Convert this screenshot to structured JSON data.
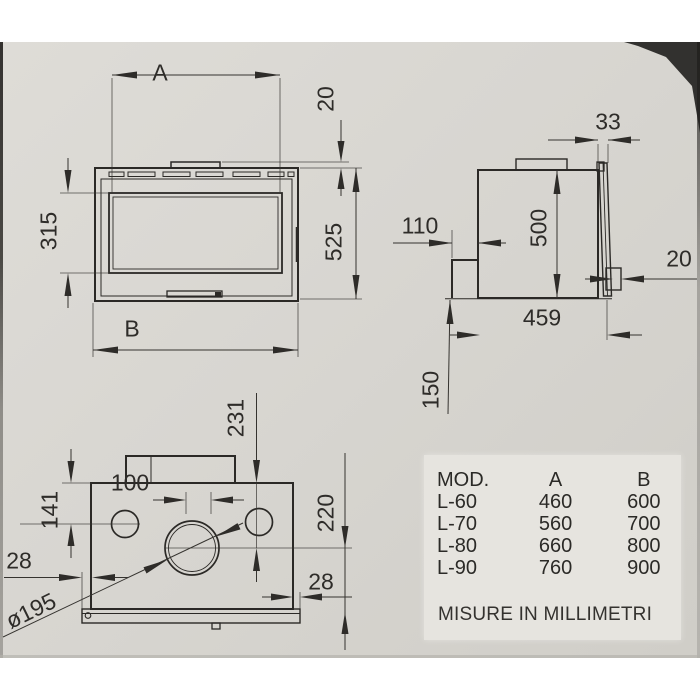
{
  "page": {
    "paper_color": "#d7d5d0",
    "ink_color": "#2e2c29",
    "table_bg_color": "#e6e4df"
  },
  "front_view": {
    "width_label": "A",
    "collar_height": "20",
    "opening_height": "315",
    "total_height": "525",
    "base_width_label": "B"
  },
  "side_view": {
    "flue_edge_offset": "33",
    "rear_step_depth": "110",
    "body_height": "500",
    "door_thickness": "20",
    "body_depth": "459",
    "bottom_clearance": "150"
  },
  "top_view": {
    "flue_center_from_rear": "231",
    "seam_offset": "100",
    "hole_center_offset": "141",
    "flue_center_from_right": "220",
    "plate_overhang_left": "28",
    "plate_overhang_right": "28",
    "flue_diameter": "ø195"
  },
  "spec_table": {
    "headers": {
      "model": "MOD.",
      "a": "A",
      "b": "B"
    },
    "rows": [
      {
        "model": "L-60",
        "a": "460",
        "b": "600"
      },
      {
        "model": "L-70",
        "a": "560",
        "b": "700"
      },
      {
        "model": "L-80",
        "a": "660",
        "b": "800"
      },
      {
        "model": "L-90",
        "a": "760",
        "b": "900"
      }
    ]
  },
  "footer_note": "MISURE IN MILLIMETRI"
}
